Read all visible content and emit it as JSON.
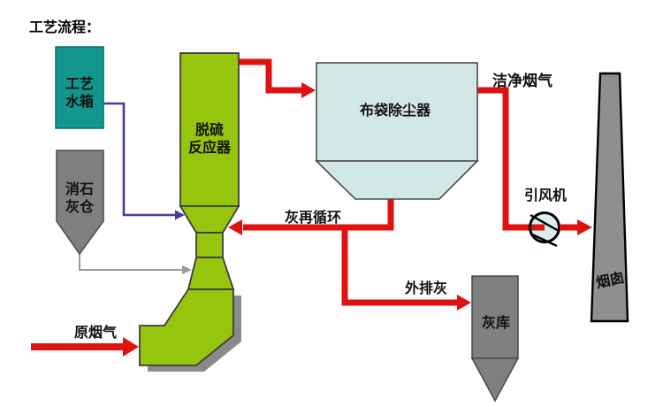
{
  "title": "工艺流程：",
  "colors": {
    "flow_red": "#e01111",
    "reactor_green": "#95c50d",
    "tank_teal": "#12978e",
    "silo_gray": "#7f7f7f",
    "baghouse_blue": "#d2e8e7",
    "chimney_gray": "#8f8f8f",
    "fan_blue": "#d9ecee",
    "water_line_purple": "#413d9e",
    "lime_line_gray": "#9b9b9b",
    "shadow_gray": "#8a8a8a"
  },
  "equipment": {
    "water_tank": {
      "name": "工艺水箱",
      "line1": "工艺",
      "line2": "水箱"
    },
    "lime_silo": {
      "name": "消石灰仓",
      "line1": "消石",
      "line2": "灰仓"
    },
    "reactor": {
      "name": "脱硫反应器",
      "line1": "脱硫",
      "line2": "反应器"
    },
    "baghouse": {
      "label": "布袋除尘器"
    },
    "id_fan": {
      "label": "引风机"
    },
    "chimney": {
      "label": "烟囱"
    },
    "ash_silo": {
      "label": "灰库"
    }
  },
  "flows": {
    "clean_flue_gas": "洁净烟气",
    "ash_recirculation": "灰再循环",
    "ash_discharge": "外排灰",
    "raw_flue_gas": "原烟气"
  }
}
